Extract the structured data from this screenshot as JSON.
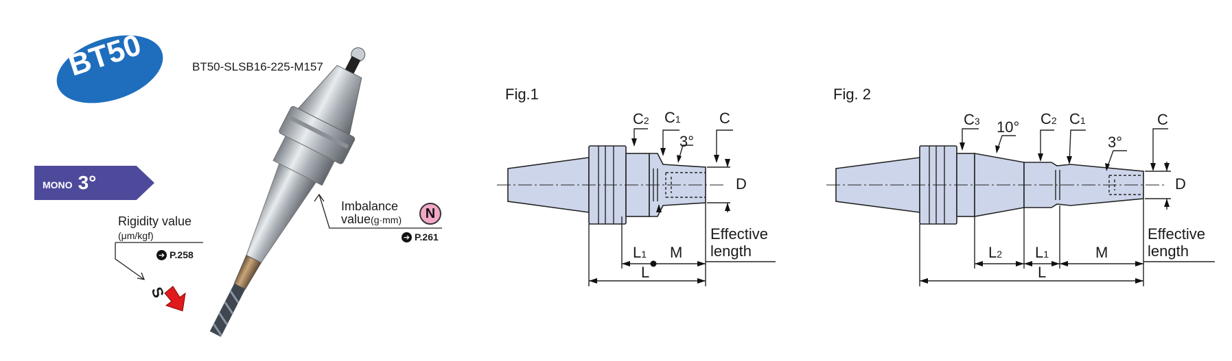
{
  "badge": {
    "text": "BT50",
    "color": "#1e6ebd"
  },
  "product_name": "BT50-SLSB16-225-M157",
  "mono_banner": {
    "small": "MONO",
    "big": "3°",
    "color": "#4e4a9b"
  },
  "rigidity": {
    "label": "Rigidity value",
    "unit": "(μm/kgf)",
    "ref": "P.258",
    "symbol": "S",
    "arrow_color": "#e01b1b"
  },
  "imbalance": {
    "label_line1": "Imbalance",
    "label_line2_main": "value",
    "label_line2_unit": "(g·mm)",
    "symbol": "N",
    "ref": "P.261",
    "symbol_color": "#f2a7c6"
  },
  "fig1": {
    "title": "Fig.1",
    "labels": {
      "c2_main": "C",
      "c2_sub": "2",
      "c1_main": "C",
      "c1_sub": "1",
      "angle": "3°",
      "c": "C",
      "d": "D",
      "l1_main": "L",
      "l1_sub": "1",
      "m": "M",
      "l": "L",
      "effective_line1": "Effective",
      "effective_line2": "length"
    }
  },
  "fig2": {
    "title": "Fig. 2",
    "labels": {
      "c3_main": "C",
      "c3_sub": "3",
      "angle10": "10°",
      "c2_main": "C",
      "c2_sub": "2",
      "c1_main": "C",
      "c1_sub": "1",
      "angle3": "3°",
      "c": "C",
      "d": "D",
      "l2_main": "L",
      "l2_sub": "2",
      "l1_main": "L",
      "l1_sub": "1",
      "m": "M",
      "l": "L",
      "effective_line1": "Effective",
      "effective_line2": "length"
    }
  },
  "colors": {
    "body_fill": "#cdd5ea",
    "outline": "#222222"
  }
}
